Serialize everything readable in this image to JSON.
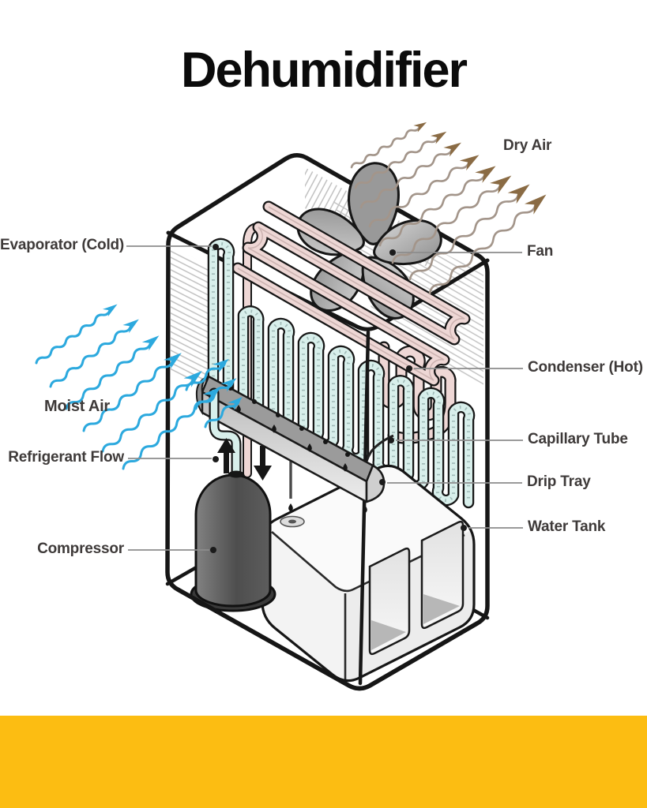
{
  "title": "Dehumidifier",
  "labels": {
    "dry_air": "Dry Air",
    "evaporator": "Evaporator (Cold)",
    "fan": "Fan",
    "moist_air": "Moist Air",
    "condenser": "Condenser (Hot)",
    "capillary_tube": "Capillary Tube",
    "refrigerant_flow": "Refrigerant Flow",
    "drip_tray": "Drip Tray",
    "compressor": "Compressor",
    "water_tank": "Water Tank"
  },
  "colors": {
    "ink": "#161616",
    "title_text": "#0b0b0b",
    "label_text": "#3e3a39",
    "leader": "#8c8c8c",
    "evaporator_coil": "#d8efeb",
    "condenser_coil": "#eed7d5",
    "moist_air": "#2ca9de",
    "dry_air_line": "#a3958a",
    "dry_air_head": "#8a6b44",
    "footer_bar": "#fcbd12"
  }
}
